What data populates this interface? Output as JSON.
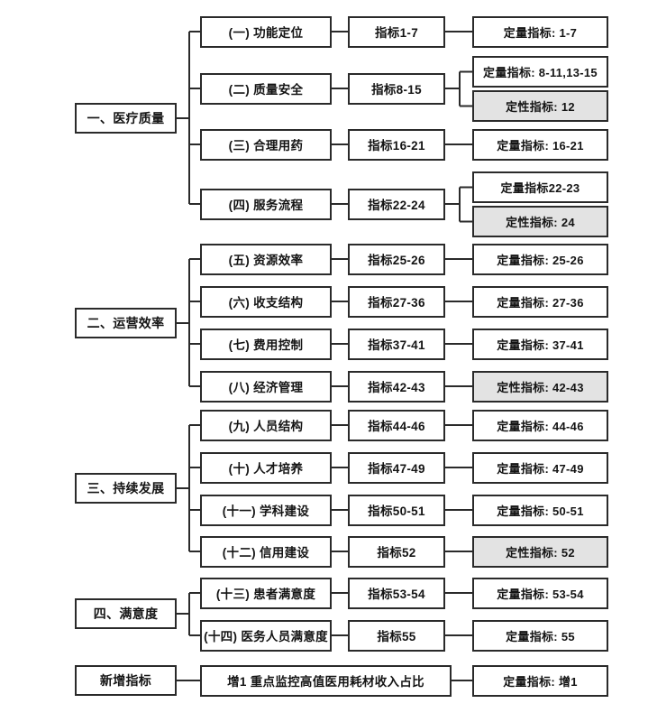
{
  "colors": {
    "background": "#ffffff",
    "border": "#2a2a2a",
    "line": "#2a2a2a",
    "quantitative_fill": "#ffffff",
    "qualitative_fill": "#e3e3e3"
  },
  "groups": [
    {
      "label": "一、医疗质量",
      "rows": [
        {
          "category": "(一) 功能定位",
          "indicator": "指标1-7",
          "outputs": [
            {
              "label": "定量指标: 1-7",
              "type": "quantitative"
            }
          ]
        },
        {
          "category": "(二) 质量安全",
          "indicator": "指标8-15",
          "outputs": [
            {
              "label": "定量指标: 8-11,13-15",
              "type": "quantitative"
            },
            {
              "label": "定性指标: 12",
              "type": "qualitative"
            }
          ]
        },
        {
          "category": "(三) 合理用药",
          "indicator": "指标16-21",
          "outputs": [
            {
              "label": "定量指标: 16-21",
              "type": "quantitative"
            }
          ]
        },
        {
          "category": "(四) 服务流程",
          "indicator": "指标22-24",
          "outputs": [
            {
              "label": "定量指标22-23",
              "type": "quantitative"
            },
            {
              "label": "定性指标: 24",
              "type": "qualitative"
            }
          ]
        }
      ]
    },
    {
      "label": "二、运营效率",
      "rows": [
        {
          "category": "(五) 资源效率",
          "indicator": "指标25-26",
          "outputs": [
            {
              "label": "定量指标: 25-26",
              "type": "quantitative"
            }
          ]
        },
        {
          "category": "(六) 收支结构",
          "indicator": "指标27-36",
          "outputs": [
            {
              "label": "定量指标: 27-36",
              "type": "quantitative"
            }
          ]
        },
        {
          "category": "(七) 费用控制",
          "indicator": "指标37-41",
          "outputs": [
            {
              "label": "定量指标: 37-41",
              "type": "quantitative"
            }
          ]
        },
        {
          "category": "(八) 经济管理",
          "indicator": "指标42-43",
          "outputs": [
            {
              "label": "定性指标: 42-43",
              "type": "qualitative"
            }
          ]
        }
      ]
    },
    {
      "label": "三、持续发展",
      "rows": [
        {
          "category": "(九) 人员结构",
          "indicator": "指标44-46",
          "outputs": [
            {
              "label": "定量指标: 44-46",
              "type": "quantitative"
            }
          ]
        },
        {
          "category": "(十) 人才培养",
          "indicator": "指标47-49",
          "outputs": [
            {
              "label": "定量指标: 47-49",
              "type": "quantitative"
            }
          ]
        },
        {
          "category": "(十一) 学科建设",
          "indicator": "指标50-51",
          "outputs": [
            {
              "label": "定量指标: 50-51",
              "type": "quantitative"
            }
          ]
        },
        {
          "category": "(十二) 信用建设",
          "indicator": "指标52",
          "outputs": [
            {
              "label": "定性指标: 52",
              "type": "qualitative"
            }
          ]
        }
      ]
    },
    {
      "label": "四、满意度",
      "rows": [
        {
          "category": "(十三) 患者满意度",
          "indicator": "指标53-54",
          "outputs": [
            {
              "label": "定量指标: 53-54",
              "type": "quantitative"
            }
          ]
        },
        {
          "category": "(十四) 医务人员满意度",
          "indicator": "指标55",
          "outputs": [
            {
              "label": "定量指标: 55",
              "type": "quantitative"
            }
          ]
        }
      ]
    },
    {
      "label": "新增指标",
      "rows": [
        {
          "indicator_full": "增1 重点监控高值医用耗材收入占比",
          "outputs": [
            {
              "label": "定量指标: 增1",
              "type": "quantitative"
            }
          ]
        }
      ]
    }
  ]
}
